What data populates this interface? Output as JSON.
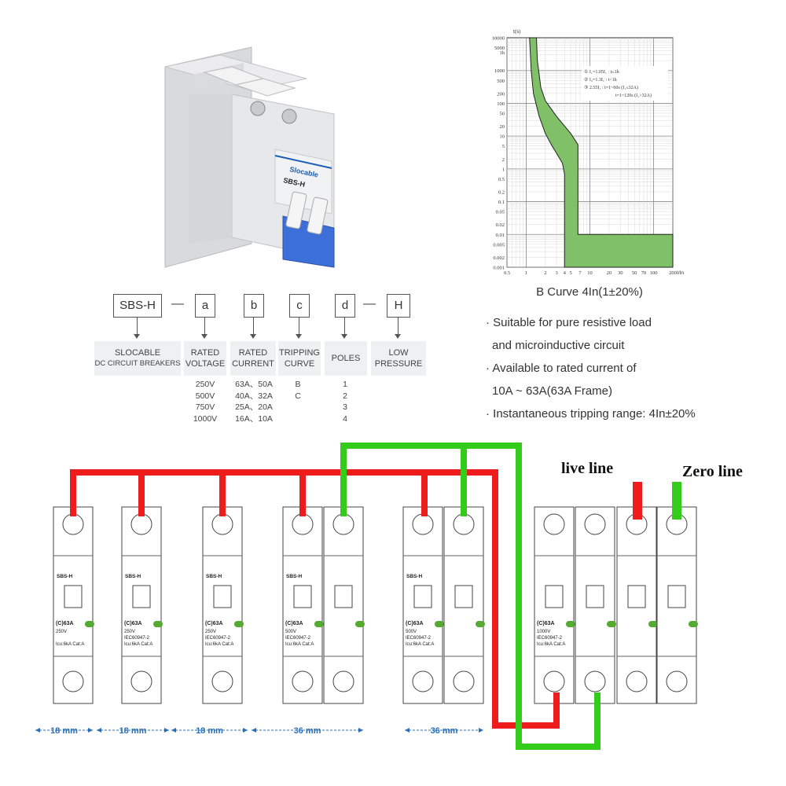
{
  "product": {
    "brand": "Slocable",
    "model": "SBS-H",
    "colors": {
      "body": "#e7e8ea",
      "toggle": "#3c6fd8",
      "accent": "#1a5fb4"
    }
  },
  "code": {
    "boxes": [
      {
        "key": "base",
        "text": "SBS-H"
      },
      {
        "key": "a",
        "text": "a"
      },
      {
        "key": "b",
        "text": "b"
      },
      {
        "key": "c",
        "text": "c"
      },
      {
        "key": "d",
        "text": "d"
      },
      {
        "key": "h",
        "text": "H"
      }
    ],
    "dashes": [
      "—",
      "—"
    ],
    "descriptions": [
      {
        "line1": "SLOCABLE",
        "line2": "DC CIRCUIT BREAKERS"
      },
      {
        "line1": "RATED",
        "line2": "VOLTAGE"
      },
      {
        "line1": "RATED",
        "line2": "CURRENT"
      },
      {
        "line1": "TRIPPING",
        "line2": "CURVE"
      },
      {
        "line1": "POLES",
        "line2": ""
      },
      {
        "line1": "LOW",
        "line2": "PRESSURE"
      }
    ],
    "options": {
      "voltage": [
        "250V",
        "500V",
        "750V",
        "1000V"
      ],
      "current": [
        "63A、50A",
        "40A、32A",
        "25A、20A",
        "16A、10A"
      ],
      "curve": [
        "B",
        "C"
      ],
      "poles": [
        "1",
        "2",
        "3",
        "4"
      ]
    }
  },
  "chart_data": {
    "type": "line",
    "title": "B Curve  4In(1±20%)",
    "xlabel": "I/In",
    "ylabel": "t(s)",
    "x_scale": "log",
    "y_scale": "log",
    "xlim": [
      0.5,
      200
    ],
    "ylim": [
      0.001,
      10000
    ],
    "x_ticks": [
      "0.5",
      "1",
      "2",
      "3",
      "4",
      "5",
      "7",
      "10",
      "20",
      "30",
      "50",
      "70",
      "100",
      "200"
    ],
    "y_ticks": [
      "10000",
      "5000",
      "1h",
      "1000",
      "500",
      "200",
      "100",
      "50",
      "20",
      "10",
      "5",
      "2",
      "1",
      "0.5",
      "0.2",
      "0.1",
      "0.05",
      "0.02",
      "0.01",
      "0.005",
      "0.002",
      "0.001"
    ],
    "legend_notes": [
      "① I₁=1.05I₁ : t≤1h",
      "② I₂=1.3I₁ : t<1h",
      "③ 2.55I₁ : t=1~60s (I₁≤32A)",
      "t=1~120s (I₁>32A)"
    ],
    "band_fill": "#7fc069",
    "band_edge": "#222222",
    "lower_curve": [
      {
        "x": 1.13,
        "y": 10000
      },
      {
        "x": 1.2,
        "y": 1000
      },
      {
        "x": 1.3,
        "y": 200
      },
      {
        "x": 1.6,
        "y": 40
      },
      {
        "x": 2,
        "y": 12
      },
      {
        "x": 2.55,
        "y": 5
      },
      {
        "x": 3,
        "y": 3
      },
      {
        "x": 3.7,
        "y": 1.5
      },
      {
        "x": 4,
        "y": 0.7
      },
      {
        "x": 4,
        "y": 0.001
      }
    ],
    "upper_curve": [
      {
        "x": 1.45,
        "y": 10000
      },
      {
        "x": 1.5,
        "y": 2000
      },
      {
        "x": 1.7,
        "y": 300
      },
      {
        "x": 2,
        "y": 120
      },
      {
        "x": 3,
        "y": 40
      },
      {
        "x": 5,
        "y": 12
      },
      {
        "x": 6.5,
        "y": 5.5
      },
      {
        "x": 6.5,
        "y": 0.01
      },
      {
        "x": 200,
        "y": 0.01
      },
      {
        "x": 200,
        "y": 0.001
      }
    ]
  },
  "features": [
    "· Suitable for pure resistive load",
    "  and microinductive circuit",
    "· Available to rated current of",
    "  10A ~ 63A(63A Frame)",
    "· Instantaneous tripping range: 4In±20%"
  ],
  "wiring": {
    "live_label": "live line",
    "zero_label": "Zero line",
    "live_color": "#ee1c1c",
    "zero_color": "#33cc1a",
    "modules": [
      {
        "name": "SBS-H",
        "rating": "(C)63A",
        "voltage": "250V",
        "std": "",
        "icu": "Icu:6kA  Cat:A"
      },
      {
        "name": "SBS-H",
        "rating": "(C)63A",
        "voltage": "250V",
        "std": "IEC60947-2",
        "icu": "Icu:6kA  Cat:A"
      },
      {
        "name": "SBS-H",
        "rating": "(C)63A",
        "voltage": "250V",
        "std": "IEC60947-2",
        "icu": "Icu:6kA  Cat:A"
      },
      {
        "name": "SBS-H",
        "rating": "(C)63A",
        "voltage": "500V",
        "std": "IEC60947-2",
        "icu": "Icu:6kA  Cat:A"
      },
      {
        "name": "SBS-H",
        "rating": "(C)63A",
        "voltage": "500V",
        "std": "IEC60947-2",
        "icu": "Icu:6kA  Cat:A"
      },
      {
        "name": "",
        "rating": "(C)63A",
        "voltage": "1000V",
        "std": "IEC60947-2",
        "icu": "Icu:6kA  Cat:A"
      }
    ],
    "widths": [
      "18 mm",
      "18 mm",
      "18 mm",
      "36 mm",
      "36 mm"
    ]
  }
}
